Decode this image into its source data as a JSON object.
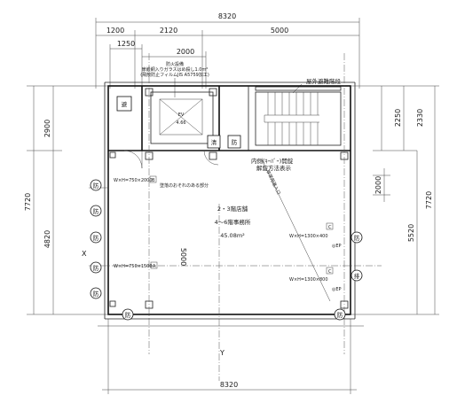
{
  "dimensions": {
    "top_overall": "8320",
    "top_seg_1": "1200",
    "top_seg_2": "2120",
    "top_seg_3": "5000",
    "top_sub_1250": "1250",
    "top_sub_2000": "2000",
    "bottom_overall": "8320",
    "left_upper": "2900",
    "left_overall": "7720",
    "left_lower": "4820",
    "right_2250": "2250",
    "right_2330": "2330",
    "right_overall": "7720",
    "right_5520": "5520",
    "inner_2000": "2000",
    "column_line_5000": "5000"
  },
  "labels": {
    "fire_equipment_title": "防火設備",
    "fire_equipment_line1": "扉嵌網入りガラスはめ殺し1.0m²",
    "fire_equipment_line2": "(飛散防止フィルムJIS A5759加工)",
    "exterior_stair": "屋外避難階段",
    "ev_name": "EV",
    "ev_size": "4.66",
    "interior_opening_line1": "内側(ｷｰﾊﾞｰ)開錠",
    "interior_opening_line2": "解錠方法表示",
    "room_line1": "2・3階店舗",
    "room_line2": "4〜6階事務所",
    "room_area": "45.08m²",
    "fall_warning": "墜落のおそれのある部分",
    "diag_note": "非常用進入口",
    "window_a": "W×H=750×2000",
    "window_b": "W×H=750×1500",
    "window_c": "W×H=1300×400",
    "window_d": "W×H=1300×800",
    "tag_b": "B",
    "tag_a": "A",
    "tag_c1": "C",
    "tag_c2": "C",
    "ep1": "◎EP",
    "ep2": "◎EP",
    "grid_x": "X",
    "grid_y": "Y",
    "sym_evac": "避",
    "sym_fire": "防",
    "sym_clean": "清",
    "sym_exhaust": "排"
  }
}
